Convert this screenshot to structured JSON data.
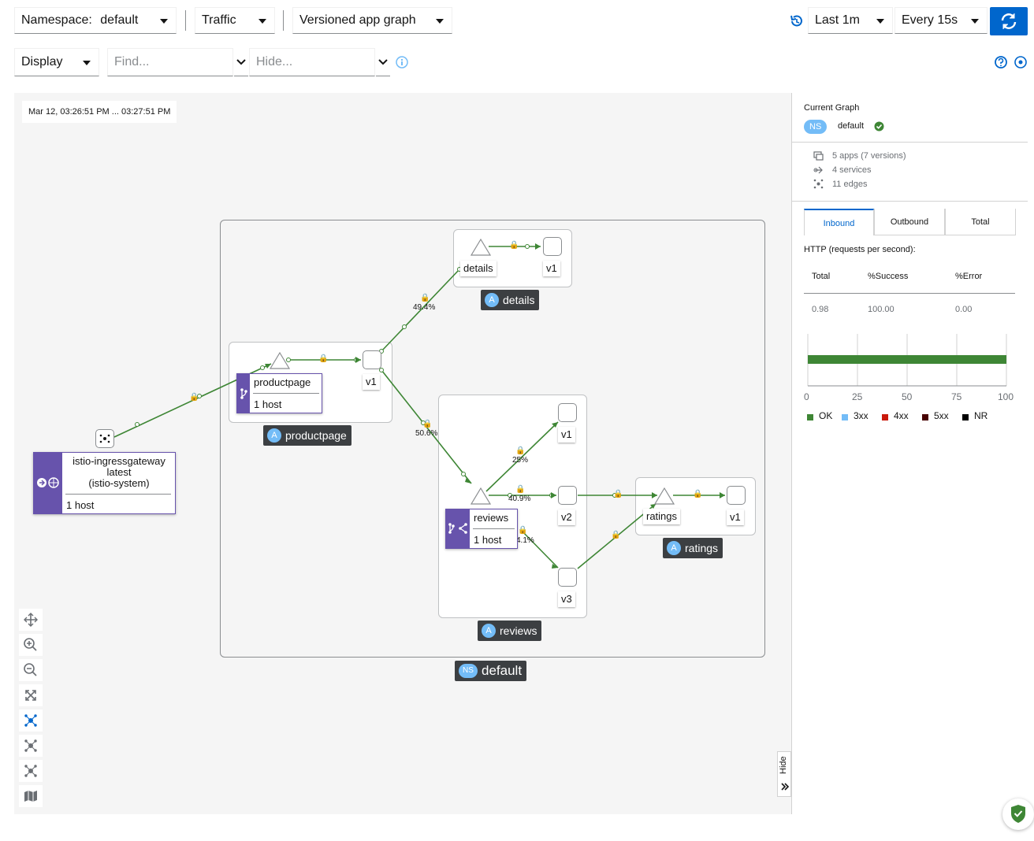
{
  "toolbar": {
    "namespace_label": "Namespace:",
    "namespace_value": "default",
    "traffic": "Traffic",
    "graph_type": "Versioned app graph",
    "duration": "Last 1m",
    "refresh_interval": "Every 15s",
    "display": "Display",
    "find_placeholder": "Find...",
    "hide_placeholder": "Hide..."
  },
  "graph": {
    "time_range": "Mar 12, 03:26:51 PM ... 03:27:51 PM",
    "namespace_box": "default",
    "namespace_badge": "NS",
    "app_badge": "A",
    "apps": {
      "productpage": "productpage",
      "details": "details",
      "reviews": "reviews",
      "ratings": "ratings"
    },
    "nodes": {
      "gateway_line1": "istio-ingressgateway",
      "gateway_line2": "latest",
      "gateway_line3": "(istio-system)",
      "gateway_hosts": "1 host",
      "productpage_svc": "productpage",
      "productpage_hosts": "1 host",
      "productpage_v1": "v1",
      "details_svc": "details",
      "details_v1": "v1",
      "reviews_svc": "reviews",
      "reviews_hosts": "1 host",
      "reviews_v1": "v1",
      "reviews_v2": "v2",
      "reviews_v3": "v3",
      "ratings_svc": "ratings",
      "ratings_v1": "v1"
    },
    "edges": {
      "to_details": "49.4%",
      "to_reviews": "50.6%",
      "to_reviews_v1": "25%",
      "to_reviews_v2": "40.9%",
      "to_reviews_v3": "4.1%"
    }
  },
  "panel": {
    "title": "Current Graph",
    "ns_badge": "NS",
    "namespace": "default",
    "apps": "5 apps (7 versions)",
    "services": "4 services",
    "edges": "11 edges",
    "tabs": [
      "Inbound",
      "Outbound",
      "Total"
    ],
    "http_title": "HTTP (requests per second):",
    "columns": [
      "Total",
      "%Success",
      "%Error"
    ],
    "values": [
      "0.98",
      "100.00",
      "0.00"
    ],
    "chart_ticks": [
      "0",
      "25",
      "50",
      "75",
      "100"
    ],
    "ok_percent": 100,
    "legend": [
      {
        "label": "OK",
        "color": "#3e8635"
      },
      {
        "label": "3xx",
        "color": "#73bcf7"
      },
      {
        "label": "4xx",
        "color": "#c9190b"
      },
      {
        "label": "5xx",
        "color": "#470000"
      },
      {
        "label": "NR",
        "color": "#000000"
      }
    ],
    "hide_label": "Hide"
  },
  "colors": {
    "accent": "#0066cc",
    "edge_ok": "#3e8635",
    "service": "#6753ac",
    "badge_bg": "#3c3f42"
  }
}
